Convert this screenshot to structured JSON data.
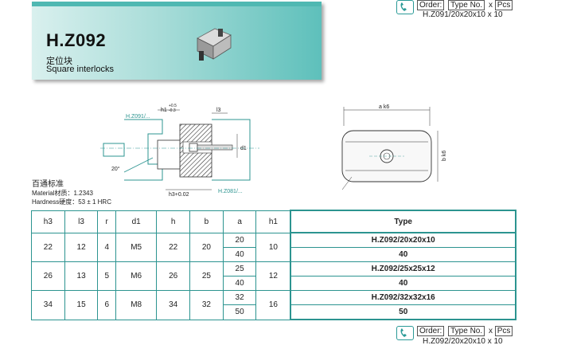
{
  "header": {
    "code": "H.Z092",
    "name_zh": "定位块",
    "name_en": "Square interlocks"
  },
  "order_top": {
    "labels": [
      "Order:",
      "Type No.",
      "x",
      "Pcs"
    ],
    "example": "H.Z091/20x20x10  x   10"
  },
  "order_bottom": {
    "labels": [
      "Order:",
      "Type No.",
      "x",
      "Pcs"
    ],
    "example": "H.Z092/20x20x10  x   10"
  },
  "drawing": {
    "ref_top": "H.Z091/...",
    "ref_bottom": "H.Z081/...",
    "h1_label": "h1",
    "h1_tol_plus": "+0.5",
    "h1_tol_minus": "-0.3",
    "l3_label": "l3",
    "d1_label": "d1",
    "angle_label": "20°",
    "h3_label": "h3+0.02",
    "a_label": "a k6",
    "b_label": "b k6"
  },
  "material": {
    "standard": "百通标准",
    "material_line": "Material材质：1.2343",
    "hardness_line": "Hardness硬度：53 ± 1 HRC"
  },
  "table": {
    "headers": [
      "h3",
      "l3",
      "r",
      "d1",
      "h",
      "b",
      "a",
      "h1",
      "Type"
    ],
    "groups": [
      {
        "h3": "22",
        "l3": "12",
        "r": "4",
        "d1": "M5",
        "h": "22",
        "b": "20",
        "a": [
          "20",
          "40"
        ],
        "h1": "10",
        "type": "H.Z092/20x20x10",
        "type_alt": "40"
      },
      {
        "h3": "26",
        "l3": "13",
        "r": "5",
        "d1": "M6",
        "h": "26",
        "b": "25",
        "a": [
          "25",
          "40"
        ],
        "h1": "12",
        "type": "H.Z092/25x25x12",
        "type_alt": "40"
      },
      {
        "h3": "34",
        "l3": "15",
        "r": "6",
        "d1": "M8",
        "h": "34",
        "b": "32",
        "a": [
          "32",
          "50"
        ],
        "h1": "16",
        "type": "H.Z092/32x32x16",
        "type_alt": "50"
      }
    ]
  },
  "colors": {
    "teal": "#2c9490",
    "banner": "#5ec0bb"
  },
  "icons": {
    "order": "phone-icon"
  }
}
